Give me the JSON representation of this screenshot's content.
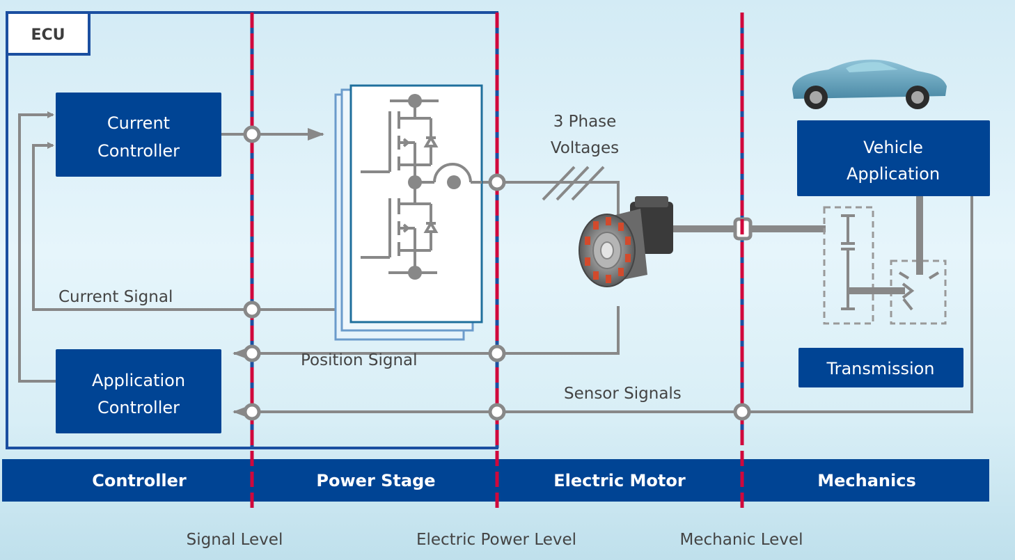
{
  "title": "Electric drive system levels",
  "colors": {
    "block": "#004494",
    "wire": "#888888",
    "separator": "#d0083c",
    "ecu_border": "#1b4fa0"
  },
  "ecu": {
    "label": "ECU"
  },
  "blocks": {
    "current_controller": [
      "Current",
      "Controller"
    ],
    "application_controller": [
      "Application",
      "Controller"
    ],
    "vehicle_application": [
      "Vehicle",
      "Application"
    ],
    "transmission": "Transmission"
  },
  "signals": {
    "three_phase": [
      "3 Phase",
      "Voltages"
    ],
    "current_signal": "Current Signal",
    "position_signal": "Position Signal",
    "sensor_signals": "Sensor Signals"
  },
  "icons": {
    "power_stage": "mosfet-half-bridge-icon",
    "motor": "electric-motor-icon",
    "car": "car-icon",
    "gearbox": "gearbox-icon"
  },
  "domains": [
    "Controller",
    "Power Stage",
    "Electric Motor",
    "Mechanics"
  ],
  "levels": [
    "Signal Level",
    "Electric Power Level",
    "Mechanic Level"
  ]
}
